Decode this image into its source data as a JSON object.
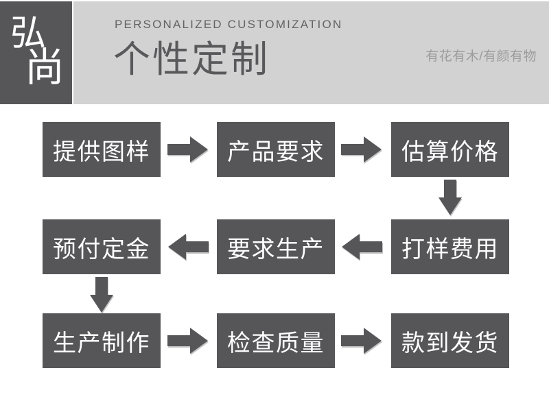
{
  "header": {
    "logo": {
      "char_top": "弘",
      "char_bottom": "尚"
    },
    "eyebrow": "PERSONALIZED CUSTOMIZATION",
    "title": "个性定制",
    "tagline": "有花有木/有颜有物"
  },
  "flow": {
    "rows": [
      {
        "direction": "right",
        "steps": [
          "提供图样",
          "产品要求",
          "估算价格"
        ]
      },
      {
        "direction": "left",
        "steps": [
          "预付定金",
          "要求生产",
          "打样费用"
        ]
      },
      {
        "direction": "right",
        "steps": [
          "生产制作",
          "检查质量",
          "款到发货"
        ]
      }
    ],
    "connectors": [
      {
        "from": "估算价格",
        "to": "打样费用",
        "direction": "down"
      },
      {
        "from": "预付定金",
        "to": "生产制作",
        "direction": "down"
      }
    ]
  },
  "colors": {
    "box_dark": "#565659",
    "header_bg": "#d2d2d2",
    "title_text": "#59595b",
    "eyebrow_text": "#636365",
    "tagline_text": "#9c9c9c",
    "box_text": "#ffffff",
    "arrow_shadow": "#c3c3c3"
  }
}
